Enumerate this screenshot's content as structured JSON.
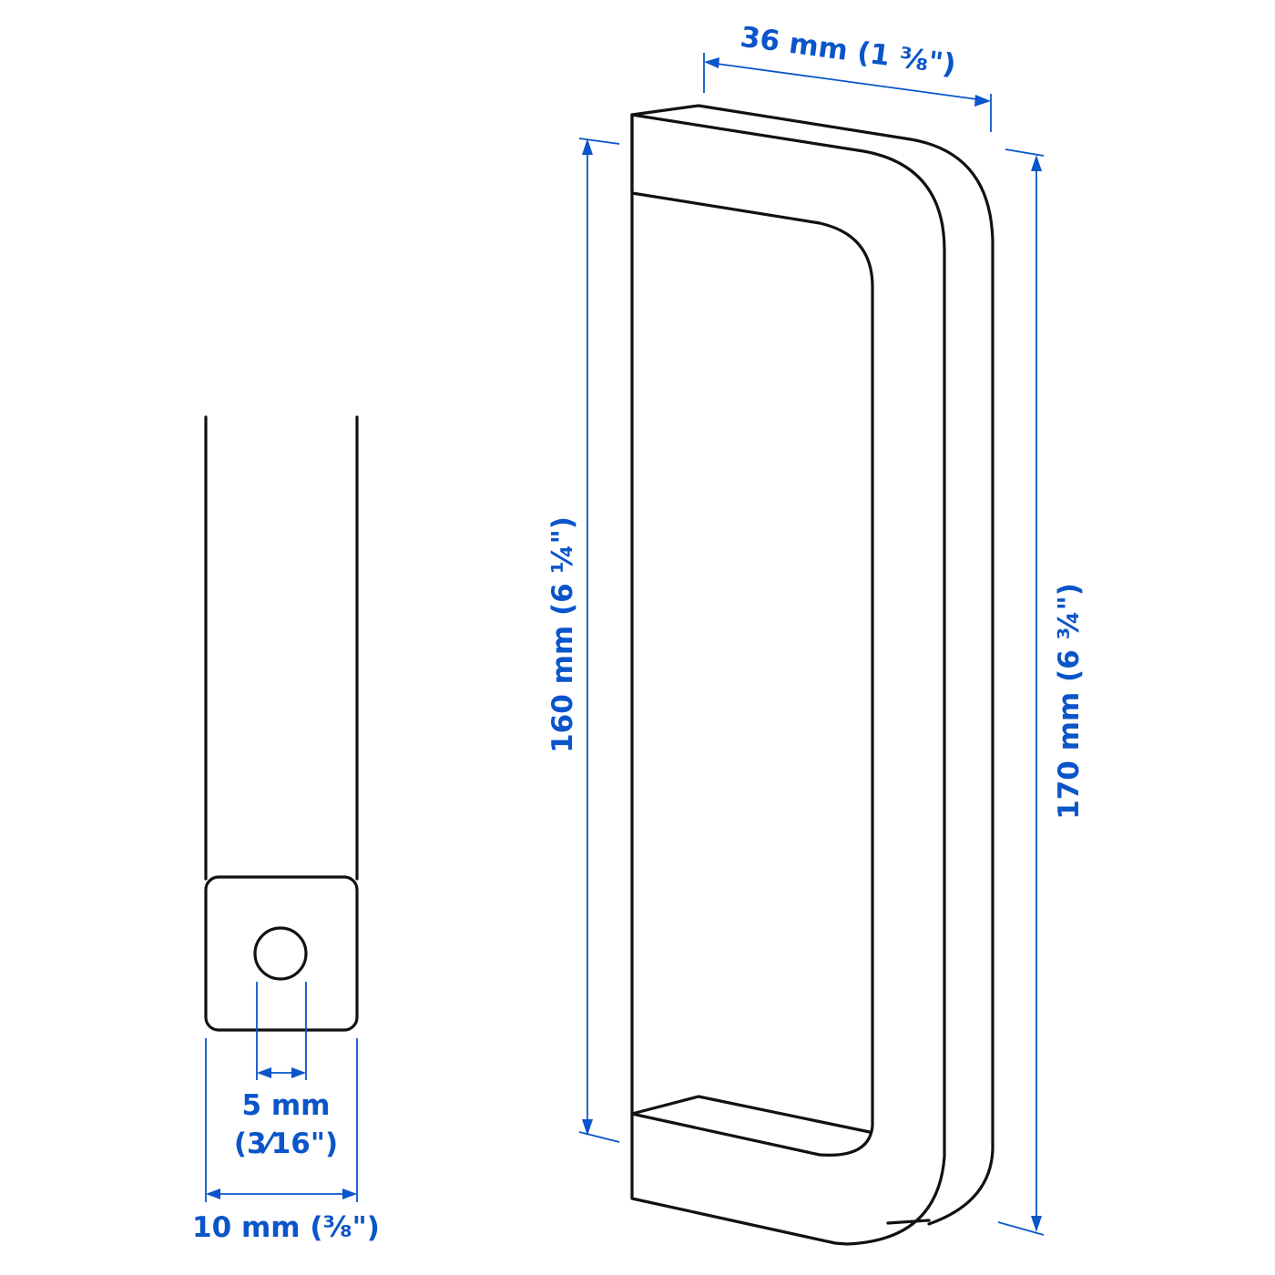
{
  "dimensions": {
    "width_top": "36 mm (1 ⅜\")",
    "inner_height": "160 mm (6 ¼\")",
    "outer_height": "170 mm (6 ¾\")",
    "hole_diameter_mm": "5 mm",
    "hole_diameter_in": "(3⁄16\")",
    "bar_width": "10 mm (⅜\")"
  },
  "colors": {
    "dimension": "#0a55c9",
    "outline": "#111111"
  }
}
